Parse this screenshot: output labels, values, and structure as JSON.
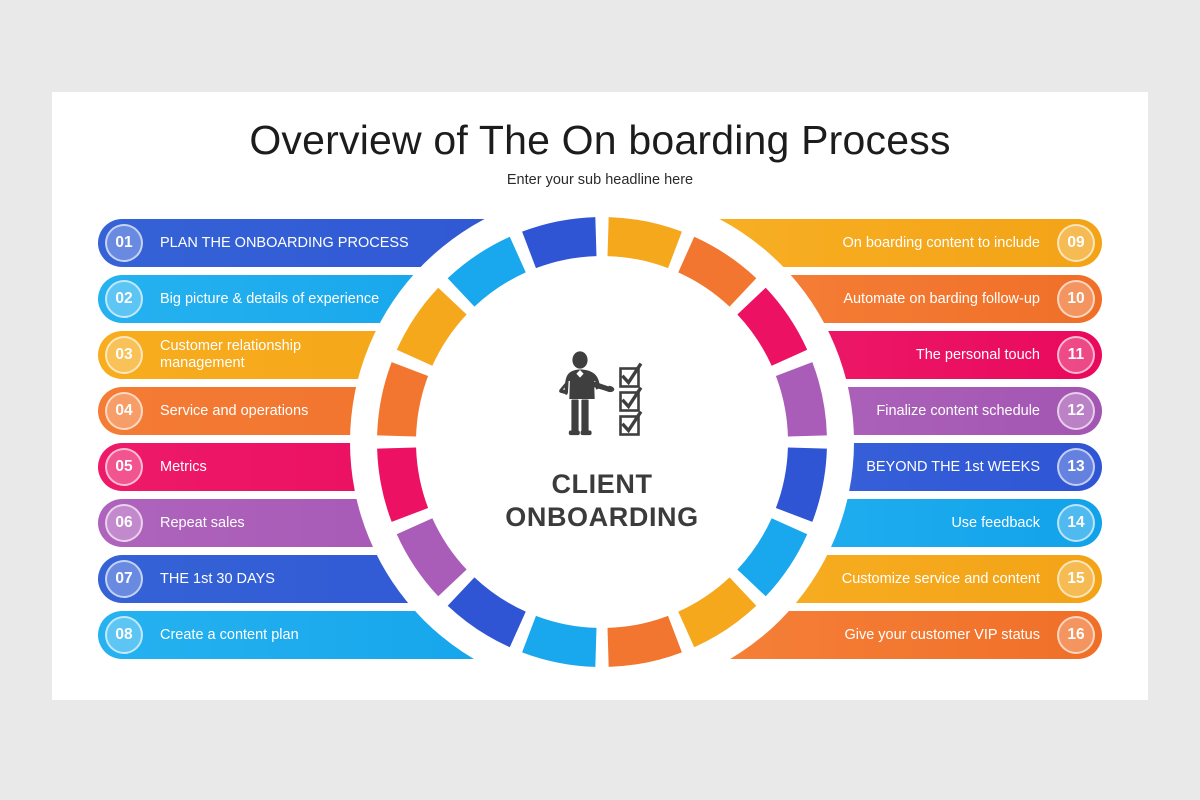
{
  "slide": {
    "title": "Overview of The On boarding Process",
    "subtitle": "Enter your sub headline here",
    "background_color": "#e9e9e9",
    "surface_color": "#ffffff"
  },
  "center": {
    "title": "CLIENT\nONBOARDING",
    "icon": "businessman-checklist-icon",
    "checkbox_count": 3,
    "icon_color": "#3f3f3f"
  },
  "palette": {
    "royal_blue": "#2f55d4",
    "light_blue": "#19a7ee",
    "amber": "#f5a81c",
    "deep_orange": "#f2762f",
    "pink": "#ec1163",
    "purple": "#a95cb8"
  },
  "left_items": [
    {
      "number": "01",
      "label": "PLAN THE ONBOARDING PROCESS",
      "color_from": "#3563d6",
      "color_to": "#2f55d4",
      "color_key": "royal_blue"
    },
    {
      "number": "02",
      "label": "Big picture & details of experience",
      "color_from": "#26b2f0",
      "color_to": "#11a2ea",
      "color_key": "light_blue"
    },
    {
      "number": "03",
      "label": "Customer  relationship\nmanagement",
      "color_from": "#f7ad1e",
      "color_to": "#f3a316",
      "color_key": "amber"
    },
    {
      "number": "04",
      "label": "Service and operations",
      "color_from": "#f47c35",
      "color_to": "#f06f28",
      "color_key": "deep_orange"
    },
    {
      "number": "05",
      "label": "Metrics",
      "color_from": "#ee1a69",
      "color_to": "#e9095d",
      "color_key": "pink"
    },
    {
      "number": "06",
      "label": "Repeat sales",
      "color_from": "#ae63bc",
      "color_to": "#a355b2",
      "color_key": "purple"
    },
    {
      "number": "07",
      "label": "THE 1st 30 DAYS",
      "color_from": "#3563d6",
      "color_to": "#2f55d4",
      "color_key": "royal_blue"
    },
    {
      "number": "08",
      "label": "Create a content plan",
      "color_from": "#26b2f0",
      "color_to": "#11a2ea",
      "color_key": "light_blue"
    }
  ],
  "right_items": [
    {
      "number": "09",
      "label": "On boarding content to include",
      "color_from": "#f3a316",
      "color_to": "#f9b227",
      "color_key": "amber"
    },
    {
      "number": "10",
      "label": "Automate on barding follow-up",
      "color_from": "#f06f28",
      "color_to": "#f7853d",
      "color_key": "deep_orange"
    },
    {
      "number": "11",
      "label": "The personal touch",
      "color_from": "#e9095d",
      "color_to": "#ef226f",
      "color_key": "pink"
    },
    {
      "number": "12",
      "label": "Finalize content schedule",
      "color_from": "#a355b2",
      "color_to": "#b16cbf",
      "color_key": "purple"
    },
    {
      "number": "13",
      "label": "BEYOND THE 1st WEEKS",
      "color_from": "#2f55d4",
      "color_to": "#3c69dd",
      "color_key": "royal_blue"
    },
    {
      "number": "14",
      "label": "Use feedback",
      "color_from": "#11a2ea",
      "color_to": "#2ab6f2",
      "color_key": "light_blue"
    },
    {
      "number": "15",
      "label": "Customize service and content",
      "color_from": "#f3a316",
      "color_to": "#f9b227",
      "color_key": "amber"
    },
    {
      "number": "16",
      "label": "Give your customer VIP status",
      "color_from": "#f06f28",
      "color_to": "#f7853d",
      "color_key": "deep_orange"
    }
  ],
  "ring": {
    "left_segment_colors": [
      "#2f55d4",
      "#19a7ee",
      "#f5a81c",
      "#f2762f",
      "#ec1163",
      "#a95cb8",
      "#2f55d4",
      "#19a7ee"
    ],
    "right_segment_colors": [
      "#f5a81c",
      "#f2762f",
      "#ec1163",
      "#a95cb8",
      "#2f55d4",
      "#19a7ee",
      "#f5a81c",
      "#f2762f"
    ],
    "segments_per_side": 8
  }
}
